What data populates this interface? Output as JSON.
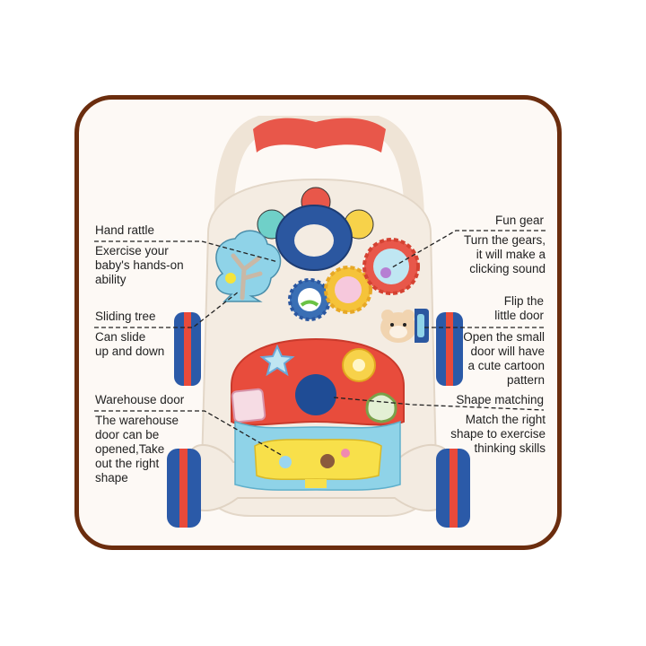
{
  "colors": {
    "frame_border": "#6b2d0e",
    "frame_fill": "#fdf9f5",
    "handle_red": "#e8574a",
    "body_cream": "#f4ece2",
    "wheel_blue": "#2b5aa8",
    "wheel_red": "#e84a3a",
    "panel_red": "#e84c3c",
    "panel_blue": "#8fd3e8",
    "panel_yellow": "#f8e04a"
  },
  "callouts": {
    "hand_rattle": {
      "title": "Hand rattle",
      "description": "Exercise your\nbaby's hands-on\nability"
    },
    "sliding_tree": {
      "title": "Sliding tree",
      "description": "Can slide\nup and down"
    },
    "warehouse_door": {
      "title": "Warehouse door",
      "description": "The warehouse\ndoor can be\nopened,Take\nout the right\nshape"
    },
    "fun_gear": {
      "title": "Fun gear",
      "description": "Turn the gears,\nit will make a\nclicking sound"
    },
    "flip_door": {
      "title": "Flip the\nlittle door",
      "description": "Open the small\ndoor will have\na cute cartoon\npattern"
    },
    "shape_matching": {
      "title": "Shape matching",
      "description": "Match the right\nshape to exercise\nthinking skills"
    }
  },
  "product": {
    "name": "baby-walker-activity-toy",
    "parts": [
      "handle",
      "teether-rattle",
      "sliding-tree",
      "gears",
      "bear-flip-door",
      "shape-sorter",
      "warehouse-drawer",
      "wheels"
    ]
  }
}
